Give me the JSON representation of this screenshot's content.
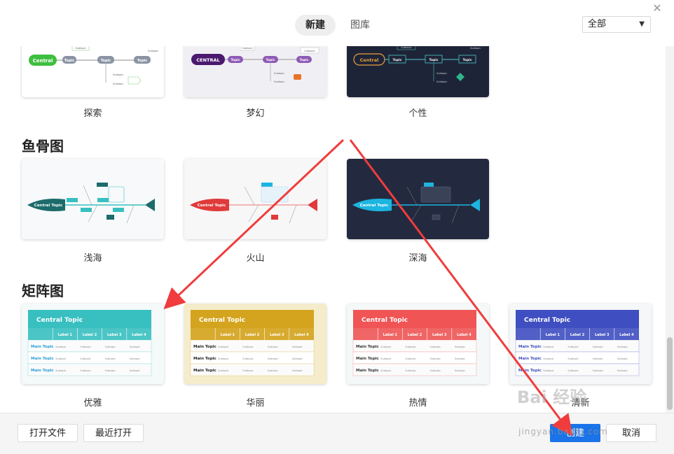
{
  "header": {
    "tabs": [
      {
        "label": "新建",
        "active": true
      },
      {
        "label": "图库",
        "active": false
      }
    ],
    "filter_value": "全部",
    "close_icon": "close-icon"
  },
  "sections": [
    {
      "title": "",
      "items": [
        {
          "label": "探索",
          "theme": "explore",
          "bg": "#ffffff",
          "central_text": "Central"
        },
        {
          "label": "梦幻",
          "theme": "fantasy",
          "bg": "#f0f0f4",
          "central_text": "CENTRAL"
        },
        {
          "label": "个性",
          "theme": "personality",
          "bg": "#1e2438",
          "central_text": "Central"
        }
      ]
    },
    {
      "title": "鱼骨图",
      "items": [
        {
          "label": "浅海",
          "theme": "shallow",
          "bg": "#f7f9fa",
          "accent": "#1d6b6b",
          "central_text": "Central Topic"
        },
        {
          "label": "火山",
          "theme": "volcano",
          "bg": "#f7f7f7",
          "accent": "#e03a3a",
          "central_text": "Central Topic"
        },
        {
          "label": "深海",
          "theme": "deepsea",
          "bg": "#232a3f",
          "accent": "#1cb5e0",
          "central_text": "Central Topic"
        }
      ]
    },
    {
      "title": "矩阵图",
      "items": [
        {
          "label": "优雅",
          "theme": "elegant",
          "bg": "#f4f9f9",
          "header": "#38bfc0",
          "row_text": "#2a9fd6",
          "central_text": "Central Topic"
        },
        {
          "label": "华丽",
          "theme": "gorgeous",
          "bg": "#f4ecca",
          "header": "#d4a41e",
          "row_text": "#222222",
          "central_text": "Central Topic"
        },
        {
          "label": "热情",
          "theme": "passion",
          "bg": "#f5f8f8",
          "header": "#f05454",
          "row_text": "#333333",
          "central_text": "Central Topic"
        },
        {
          "label": "清新",
          "theme": "fresh",
          "bg": "#f5f7f8",
          "header": "#3f4ec0",
          "row_text": "#3f4ec0",
          "central_text": "Central Topic"
        }
      ]
    }
  ],
  "matrix_labels": [
    "Label 1",
    "Label 2",
    "Label 3",
    "Label 4"
  ],
  "matrix_rows": [
    "Main Topic",
    "Main Topic",
    "Main Topic"
  ],
  "matrix_cell": "Subtopic",
  "mind_labels": {
    "topic": "Topic",
    "subtopic": "Subtopic"
  },
  "footer": {
    "open_file": "打开文件",
    "recent": "最近打开",
    "create": "创建",
    "cancel": "取消"
  },
  "watermark": {
    "logo": "Bai 经验",
    "url": "jingyan.baidu.com"
  }
}
